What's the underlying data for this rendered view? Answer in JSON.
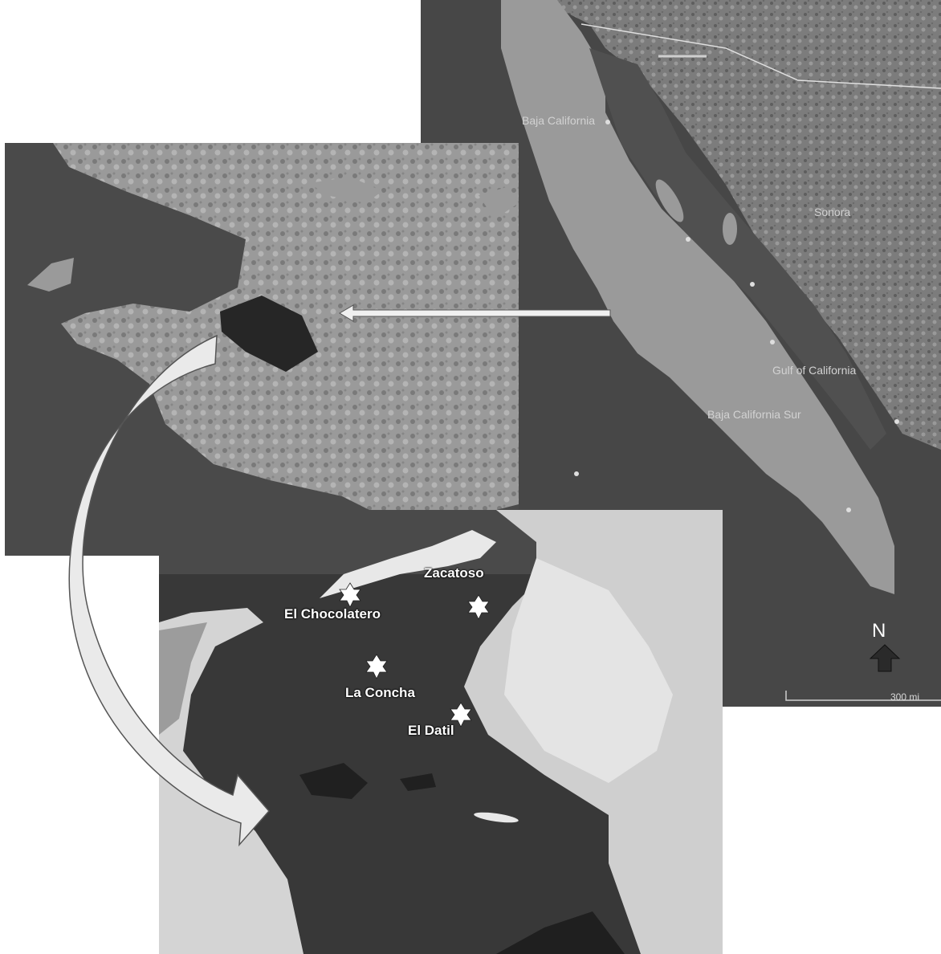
{
  "colors": {
    "ocean": "#3f3f3f",
    "land": "#8c8c8c",
    "land_light": "#b8b8b8",
    "lagoon_water": "#2b2b2b",
    "sand": "#e6e6e6",
    "arrow_fill": "#e8e8e8"
  },
  "regional_map": {
    "labels": {
      "baja_california": "Baja California",
      "sonora": "Sonora",
      "gulf_of_california": "Gulf of California",
      "baja_california_sur": "Baja California Sur"
    },
    "north_label": "N",
    "scale_label": "300 mi"
  },
  "lagoon_map": {
    "sites": [
      {
        "name": "El Chocolatero"
      },
      {
        "name": "Zacatoso"
      },
      {
        "name": "La Concha"
      },
      {
        "name": "El Datil"
      }
    ]
  }
}
